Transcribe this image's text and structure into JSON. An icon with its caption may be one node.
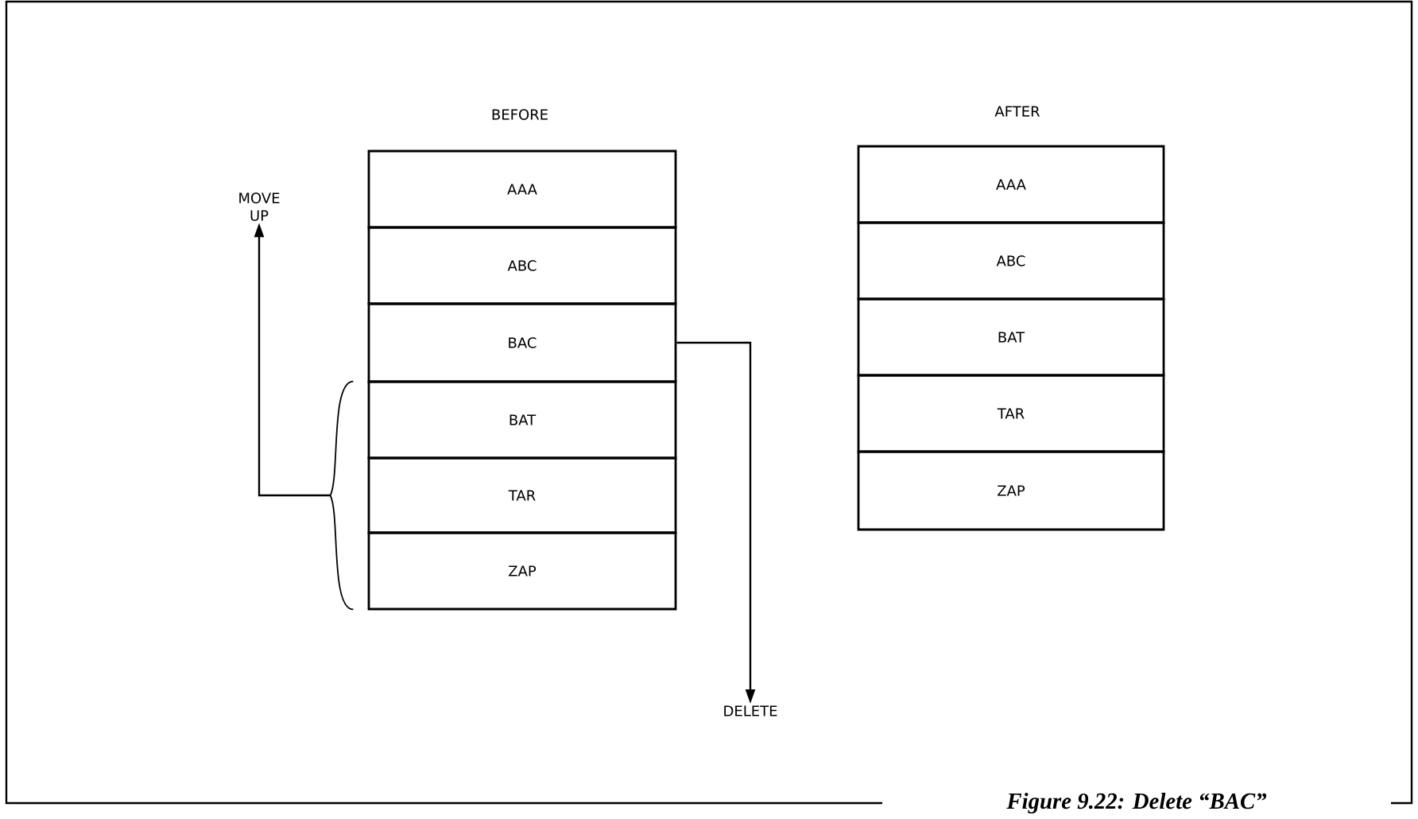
{
  "diagram": {
    "caption": "Figure 9.22: Delete “BAC”",
    "nodes": [
      {
        "text": [
          "MOVE UP"
        ]
      },
      {
        "text": [
          "AAA"
        ]
      },
      {
        "text": [
          "ABC"
        ]
      },
      {
        "text": [
          "BAC"
        ]
      },
      {
        "text": [
          "BAT"
        ]
      },
      {
        "text": [
          "TAR"
        ]
      },
      {
        "text": [
          "ZAP"
        ]
      },
      {
        "text": [
          "DELETE"
        ]
      },
      {
        "text": [
          "AAA"
        ]
      },
      {
        "text": [
          "ABC"
        ]
      },
      {
        "text": [
          "BAT"
        ]
      },
      {
        "text": [
          "TAR"
        ]
      },
      {
        "text": [
          "ZAP"
        ]
      },
      {
        "text": [],
        "shape": "brace"
      }
    ],
    "edges": [
      {
        "from": 13,
        "to": 0,
        "arrow": "to"
      },
      {
        "from": 3,
        "to": 7,
        "arrow": "to"
      }
    ],
    "labels": [
      "BEFORE",
      "AFTER"
    ]
  }
}
